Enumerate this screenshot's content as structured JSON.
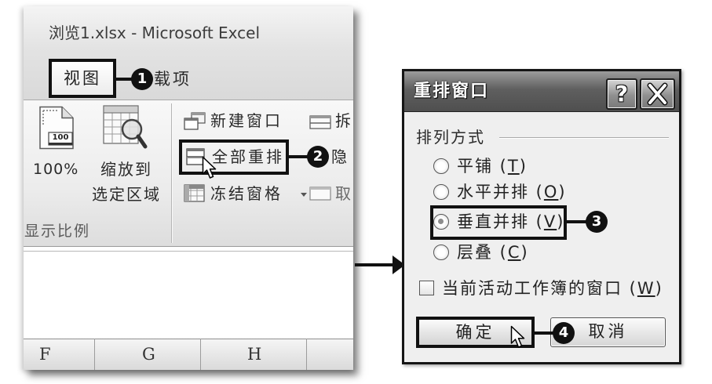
{
  "excel": {
    "title": "浏览1.xlsx - Microsoft Excel",
    "tabs": {
      "view": "视图",
      "addins_partial": "载项"
    },
    "zoom_group": {
      "zoom_100_icon_text": "100",
      "zoom_100_label": "100%",
      "zoom_selection_line1": "缩放到",
      "zoom_selection_line2": "选定区域",
      "group_label": "显示比例"
    },
    "window_group": {
      "new_window": "新建窗口",
      "split_partial": "拆",
      "arrange_all": "全部重排",
      "hide_partial": "隐",
      "freeze_panes": "冻结窗格",
      "unhide_partial": "取"
    },
    "column_headers": [
      "F",
      "G",
      "H"
    ]
  },
  "dialog": {
    "title": "重排窗口",
    "help_glyph": "?",
    "group_label": "排列方式",
    "options": [
      {
        "label": "平铺",
        "hotkey": "T",
        "selected": false
      },
      {
        "label": "水平并排",
        "hotkey": "O",
        "selected": false
      },
      {
        "label": "垂直并排",
        "hotkey": "V",
        "selected": true
      },
      {
        "label": "层叠",
        "hotkey": "C",
        "selected": false
      }
    ],
    "checkbox": {
      "label": "当前活动工作簿的窗口",
      "hotkey": "W",
      "checked": false
    },
    "ok_label": "确定",
    "cancel_label": "取消"
  },
  "callouts": [
    "1",
    "2",
    "3",
    "4"
  ],
  "icons": {
    "zoom_100": "page-100-icon",
    "zoom_selection": "zoom-selection-icon",
    "new_window": "new-window-icon",
    "split": "split-icon",
    "arrange_all": "arrange-all-icon",
    "freeze_panes": "freeze-panes-icon",
    "unhide": "unhide-icon",
    "dropdown": "chevron-down-icon",
    "cursor": "mouse-pointer-icon",
    "close": "close-icon",
    "arrow": "arrow-right-icon"
  },
  "colors": {
    "annotation": "#111111",
    "dialog_face": "#efefef",
    "dialog_title_bar": "#4f4f4f"
  }
}
